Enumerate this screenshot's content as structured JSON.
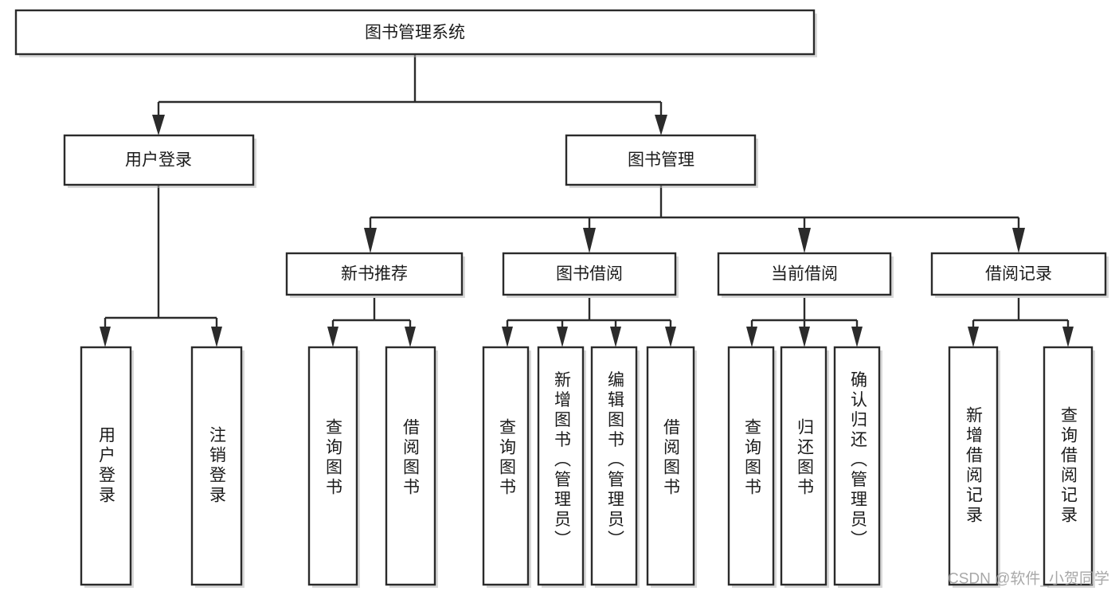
{
  "diagram": {
    "type": "tree-hierarchy-chart",
    "title": "图书管理系统",
    "root": {
      "id": "root",
      "label": "图书管理系统",
      "orientation": "horizontal"
    },
    "level2": [
      {
        "id": "user-login",
        "label": "用户登录",
        "orientation": "horizontal"
      },
      {
        "id": "book-manage",
        "label": "图书管理",
        "orientation": "horizontal"
      }
    ],
    "level3": [
      {
        "id": "new-book-recommend",
        "label": "新书推荐",
        "orientation": "horizontal",
        "parent": "book-manage"
      },
      {
        "id": "book-borrow",
        "label": "图书借阅",
        "orientation": "horizontal",
        "parent": "book-manage"
      },
      {
        "id": "current-borrow",
        "label": "当前借阅",
        "orientation": "horizontal",
        "parent": "book-manage"
      },
      {
        "id": "borrow-record",
        "label": "借阅记录",
        "orientation": "horizontal",
        "parent": "book-manage"
      }
    ],
    "leaves": [
      {
        "id": "leaf-user-login",
        "label": "用户登录",
        "orientation": "vertical",
        "parent": "user-login"
      },
      {
        "id": "leaf-user-logout",
        "label": "注销登录",
        "orientation": "vertical",
        "parent": "user-login"
      },
      {
        "id": "leaf-query-book-1",
        "label": "查询图书",
        "orientation": "vertical",
        "parent": "new-book-recommend"
      },
      {
        "id": "leaf-borrow-book-1",
        "label": "借阅图书",
        "orientation": "vertical",
        "parent": "new-book-recommend"
      },
      {
        "id": "leaf-query-book-2",
        "label": "查询图书",
        "orientation": "vertical",
        "parent": "book-borrow"
      },
      {
        "id": "leaf-add-book",
        "label": "新增图书（管理员）",
        "orientation": "vertical",
        "parent": "book-borrow"
      },
      {
        "id": "leaf-edit-book",
        "label": "编辑图书（管理员）",
        "orientation": "vertical",
        "parent": "book-borrow"
      },
      {
        "id": "leaf-borrow-book-2",
        "label": "借阅图书",
        "orientation": "vertical",
        "parent": "book-borrow"
      },
      {
        "id": "leaf-query-book-3",
        "label": "查询图书",
        "orientation": "vertical",
        "parent": "current-borrow"
      },
      {
        "id": "leaf-return-book",
        "label": "归还图书",
        "orientation": "vertical",
        "parent": "current-borrow"
      },
      {
        "id": "leaf-confirm-return",
        "label": "确认归还（管理员）",
        "orientation": "vertical",
        "parent": "current-borrow"
      },
      {
        "id": "leaf-add-record",
        "label": "新增借阅记录",
        "orientation": "vertical",
        "parent": "borrow-record"
      },
      {
        "id": "leaf-query-record",
        "label": "查询借阅记录",
        "orientation": "vertical",
        "parent": "borrow-record"
      }
    ],
    "watermark": "CSDN @软件_小贺同学",
    "colors": {
      "box_border": "#2b2b2b",
      "box_fill": "#ffffff",
      "connector": "#2b2b2b",
      "text": "#1b1b1b",
      "watermark": "#9a9a9a",
      "background": "#ffffff"
    }
  }
}
